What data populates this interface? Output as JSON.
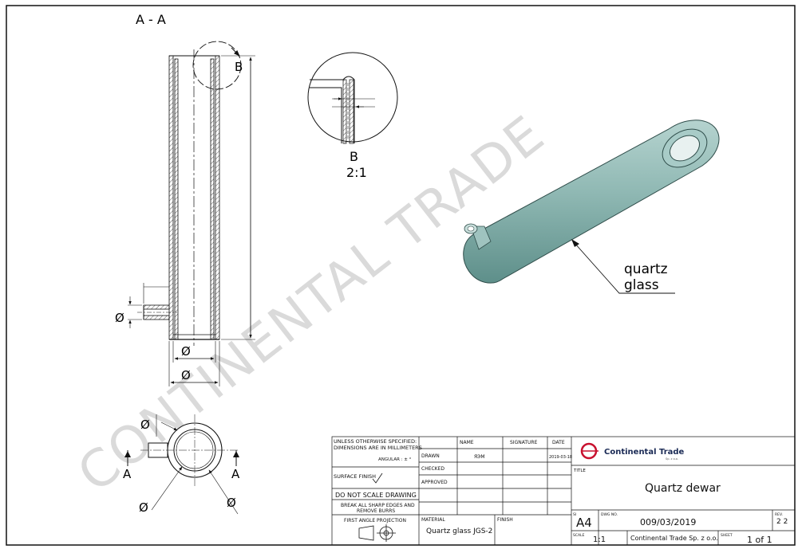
{
  "drawing": {
    "section_label": "A - A",
    "detail_label": "B",
    "detail_title": "B",
    "detail_scale": "2:1",
    "section_marker": "A",
    "diameter_symbol": "Ø",
    "callout_label_line1": "quartz",
    "callout_label_line2": "glass",
    "watermark": "CONTINENTAL TRADE",
    "colors": {
      "line": "#111111",
      "glass": "#8fb8b3",
      "glass_dark": "#5e8f8a",
      "watermark": "#d9d9d9",
      "logo_red": "#c8102e",
      "logo_dark": "#1a2a55"
    }
  },
  "title_block": {
    "tolerance_note_1": "UNLESS OTHERWISE SPECIFIED:",
    "tolerance_note_2": "DIMENSIONS ARE IN MILLIMETERS",
    "angular": "ANGULAR : ± °",
    "surface_finish": "SURFACE FINISH",
    "do_not_scale": "DO NOT SCALE DRAWING",
    "break_edges_1": "BREAK ALL SHARP EDGES AND",
    "break_edges_2": "REMOVE BURRS",
    "first_angle": "FIRST ANGLE PROJECTION",
    "col_name": "NAME",
    "col_signature": "SIGNATURE",
    "col_date": "DATE",
    "row_drawn": "DRAWN",
    "row_checked": "CHECKED",
    "row_approved": "APPROVED",
    "drawn_name": "ЯЭМ",
    "drawn_date": "2019-03-18",
    "material_label": "MATERIAL",
    "material_value": "Quartz glass JGS-2",
    "finish_label": "FINISH",
    "company": "Continental Trade",
    "company_small": "Sp. z o.o.",
    "title_label": "TITLE",
    "title_value": "Quartz dewar",
    "size_label": "SI",
    "size_value": "A4",
    "dwg_label": "DWG NO.",
    "dwg_value": "009/03/2019",
    "rev_label": "REV.",
    "rev_value": "2 2",
    "scale_label": "SCALE",
    "scale_value": "1:1",
    "company_full": "Continental Trade Sp. z o.o.",
    "sheet_label": "SHEET",
    "sheet_value": "1 of 1"
  }
}
